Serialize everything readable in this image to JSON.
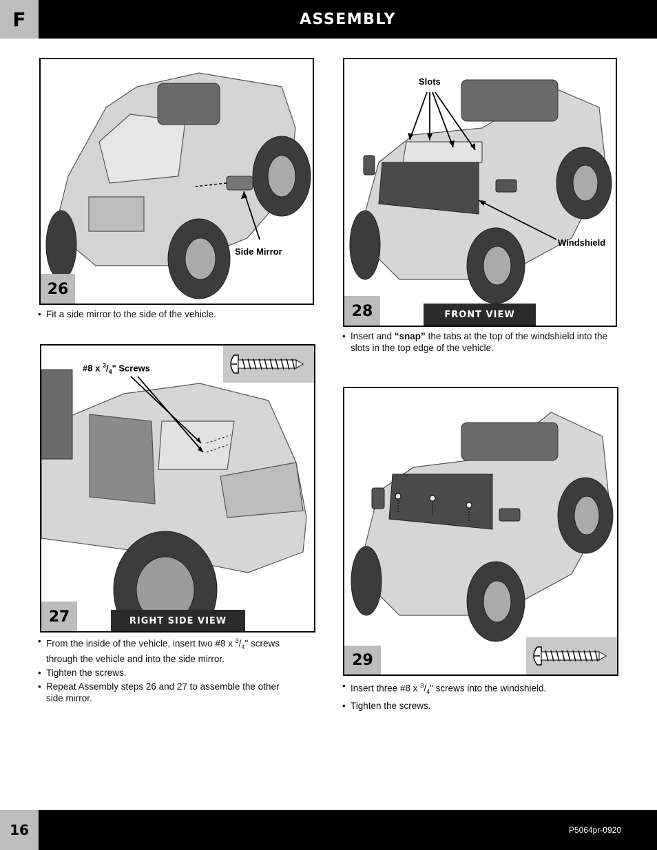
{
  "header": {
    "section_letter": "F",
    "title": "ASSEMBLY"
  },
  "footer": {
    "page_number": "16",
    "code": "P5064pr-0920"
  },
  "steps": [
    {
      "number": "26",
      "callouts": [
        "Side Mirror"
      ],
      "view_label": "",
      "instructions": [
        "Fit a side mirror to the side of the vehicle."
      ]
    },
    {
      "number": "27",
      "callouts": [
        "#8 x ",
        "3",
        "4",
        "\" Screws"
      ],
      "view_label": "RIGHT SIDE VIEW",
      "instructions_a": [
        "From the inside of the vehicle, insert two #8 x ",
        "3",
        "4",
        "\" screws through the vehicle and into the side mirror."
      ],
      "instructions": [
        "Tighten the screws.",
        "Repeat Assembly steps 26 and 27 to assemble the other side mirror."
      ]
    },
    {
      "number": "28",
      "callouts": [
        "Slots",
        "Windshield"
      ],
      "view_label": "FRONT VIEW",
      "instructions_a": [
        "Insert and ",
        "“snap”",
        " the tabs at the top of the windshield into the slots in the top edge of the vehicle."
      ]
    },
    {
      "number": "29",
      "callouts": [],
      "view_label": "",
      "instructions_a": [
        "Insert three #8 x ",
        "3",
        "4",
        "\" screws into the windshield."
      ],
      "instructions": [
        "Tighten the screws."
      ]
    }
  ],
  "icons": {
    "screw": "screw-icon",
    "vehicle": "toy-truck-illustration"
  }
}
